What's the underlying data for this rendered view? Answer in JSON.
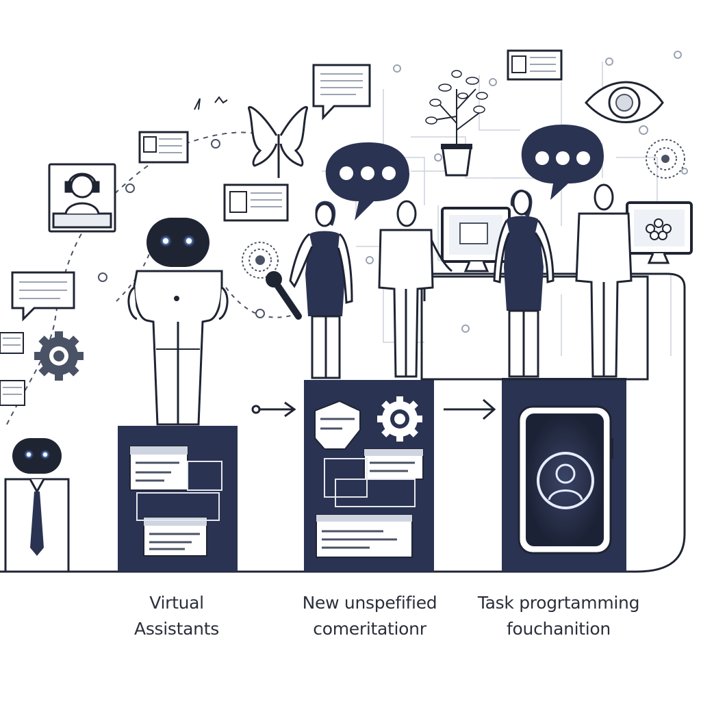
{
  "captions": [
    {
      "line1": "Virtual",
      "line2": "Assistants"
    },
    {
      "line1": "New unspefified",
      "line2": "comeritationr"
    },
    {
      "line1": "Task progrtamming",
      "line2": "fouchanition"
    }
  ],
  "colors": {
    "ink": "#1f2433",
    "navy": "#2a3352",
    "accent_blue": "#2f6bff",
    "faint_line": "#c9cfd8"
  },
  "icons": [
    "robot-icon",
    "speech-bubble-icon",
    "eye-icon",
    "plant-icon",
    "gear-icon",
    "monitor-icon",
    "smartphone-icon",
    "user-avatar-icon",
    "magnifier-icon",
    "arrow-right-icon",
    "headset-icon"
  ]
}
